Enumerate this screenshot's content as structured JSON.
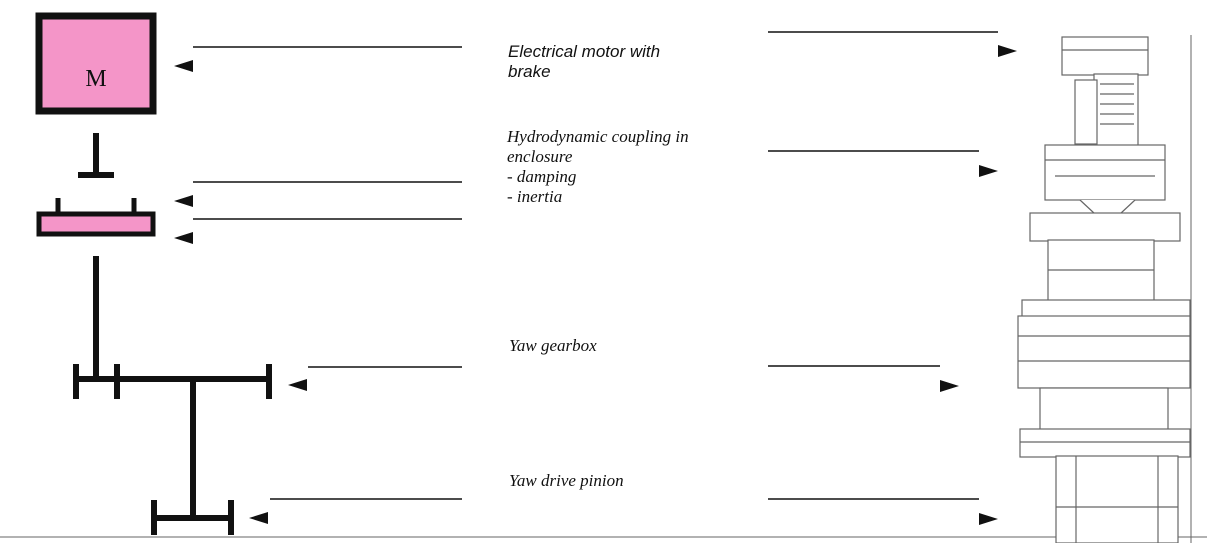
{
  "diagram": {
    "motor_symbol": "M",
    "colors": {
      "stroke": "#111111",
      "fill": "#f495c8",
      "background": "#ffffff",
      "machine_outline": "#666666"
    },
    "labels": {
      "motor": [
        "Electrical motor with",
        "brake"
      ],
      "coupling": [
        "Hydrodynamic coupling in",
        "enclosure",
        "- damping",
        "- inertia"
      ],
      "gearbox": [
        "Yaw gearbox"
      ],
      "pinion": [
        "Yaw drive pinion"
      ]
    }
  }
}
